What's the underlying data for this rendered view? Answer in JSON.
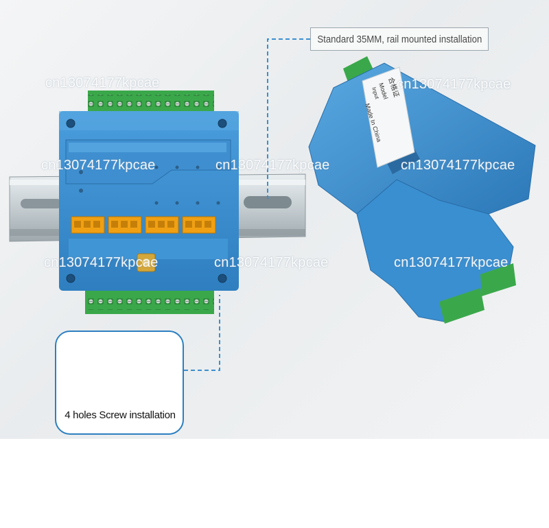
{
  "callouts": {
    "rail_label": "Standard 35MM, rail mounted installation",
    "screw_label": "4 holes Screw installation"
  },
  "watermarks": [
    "cn13074177kpcae",
    "cn13074177kpcae",
    "cn13074177kpcae",
    "cn13074177kpcae",
    "cn13074177kpcae",
    "cn13074177kpcae",
    "cn13074177kpcae",
    "cn13074177kpcae"
  ],
  "device": {
    "body_color": "#3b8fd0",
    "terminal_color": "#3aa84a",
    "relay_color": "#f0a012"
  },
  "label_sticker": {
    "title": "合格证",
    "lines": [
      "Model",
      "Input",
      "Made In China"
    ]
  },
  "colors": {
    "accent_blue": "#2c7fc0",
    "dashed_line": "#3a8fd0"
  }
}
